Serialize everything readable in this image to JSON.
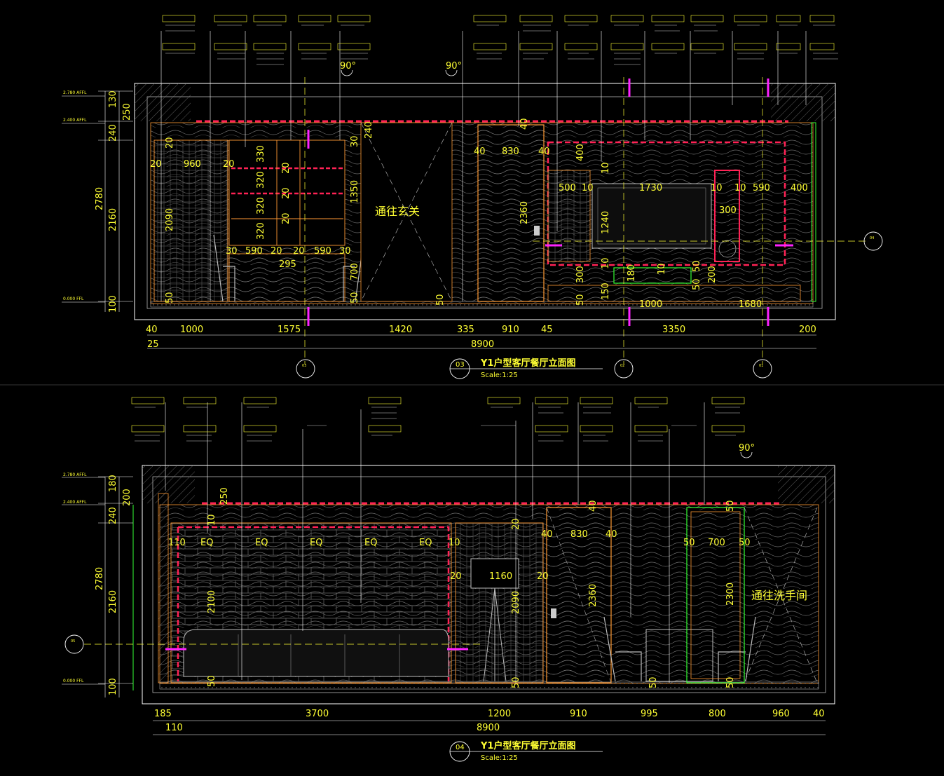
{
  "top": {
    "title": "Y1户型客厅餐厅立面图",
    "scale": "Scale:1:25",
    "callout_num": "03",
    "levels": [
      "2.780 AFFL",
      "2.400 AFFL",
      "0.000 FFL"
    ],
    "left_dims": [
      "130",
      "250",
      "240",
      "2780",
      "2160",
      "100"
    ],
    "bottom_row1": [
      "40",
      "1000",
      "1575",
      "1420",
      "335",
      "910",
      "45",
      "3350",
      "200"
    ],
    "bottom_row2": [
      "25",
      "8900"
    ],
    "passage": "通往玄关",
    "angle": "90°",
    "inner_dims": {
      "cabinet_w": "960",
      "c20a": "20",
      "c20b": "20",
      "c20c": "20",
      "c20d": "20",
      "cabinet_h": "2090",
      "shelf": [
        "330",
        "320",
        "320",
        "320"
      ],
      "shelf_w": [
        "30",
        "590",
        "20",
        "20",
        "590",
        "30"
      ],
      "desk_w": "295",
      "desk_h": "700",
      "h1350": "1350",
      "h240": "240",
      "v20": [
        "20",
        "20",
        "20"
      ],
      "v30": "30",
      "door_w": "830",
      "d40a": "40",
      "d40b": "40",
      "d40c": "40",
      "door_h": "2360",
      "tv_row": [
        "500",
        "10",
        "1730",
        "10",
        "10",
        "590",
        "400"
      ],
      "tv_h": "1240",
      "h400": "400",
      "h300": "300",
      "h180": "180",
      "h150": "150",
      "h200": "200",
      "h10a": "10",
      "h10b": "10",
      "h10c": "10",
      "h50a": "50",
      "h50b": "50",
      "w300": "300",
      "w1000": "1000",
      "w1680": "1680",
      "b50": [
        "50",
        "50",
        "50",
        "50"
      ]
    },
    "section_marks": [
      "03",
      "02",
      "01",
      "04"
    ]
  },
  "bottom": {
    "title": "Y1户型客厅餐厅立面图",
    "scale": "Scale:1:25",
    "callout_num": "04",
    "levels": [
      "2.780 AFFL",
      "2.400 AFFL",
      "0.000 FFL"
    ],
    "left_dims": [
      "180",
      "200",
      "240",
      "2780",
      "2160",
      "100"
    ],
    "bottom_row1": [
      "185",
      "3700",
      "1200",
      "910",
      "995",
      "800",
      "960",
      "40"
    ],
    "bottom_row2": [
      "110",
      "8900"
    ],
    "passage": "通往洗手间",
    "angle": "90°",
    "inner_dims": {
      "eq": [
        "110",
        "EQ",
        "EQ",
        "EQ",
        "EQ",
        "EQ",
        "10"
      ],
      "h2100": "2100",
      "h250": "250",
      "h10": "10",
      "art_w": "1160",
      "a20a": "20",
      "a20b": "20",
      "a20c": "20",
      "art_h": "2090",
      "door_w": "830",
      "d40a": "40",
      "d40b": "40",
      "d40c": "40",
      "door_h": "2360",
      "w700": "700",
      "w50a": "50",
      "w50b": "50",
      "w50c": "50",
      "h2300": "2300",
      "b50": [
        "50",
        "50",
        "50",
        "50"
      ]
    },
    "section_mark": "05"
  }
}
